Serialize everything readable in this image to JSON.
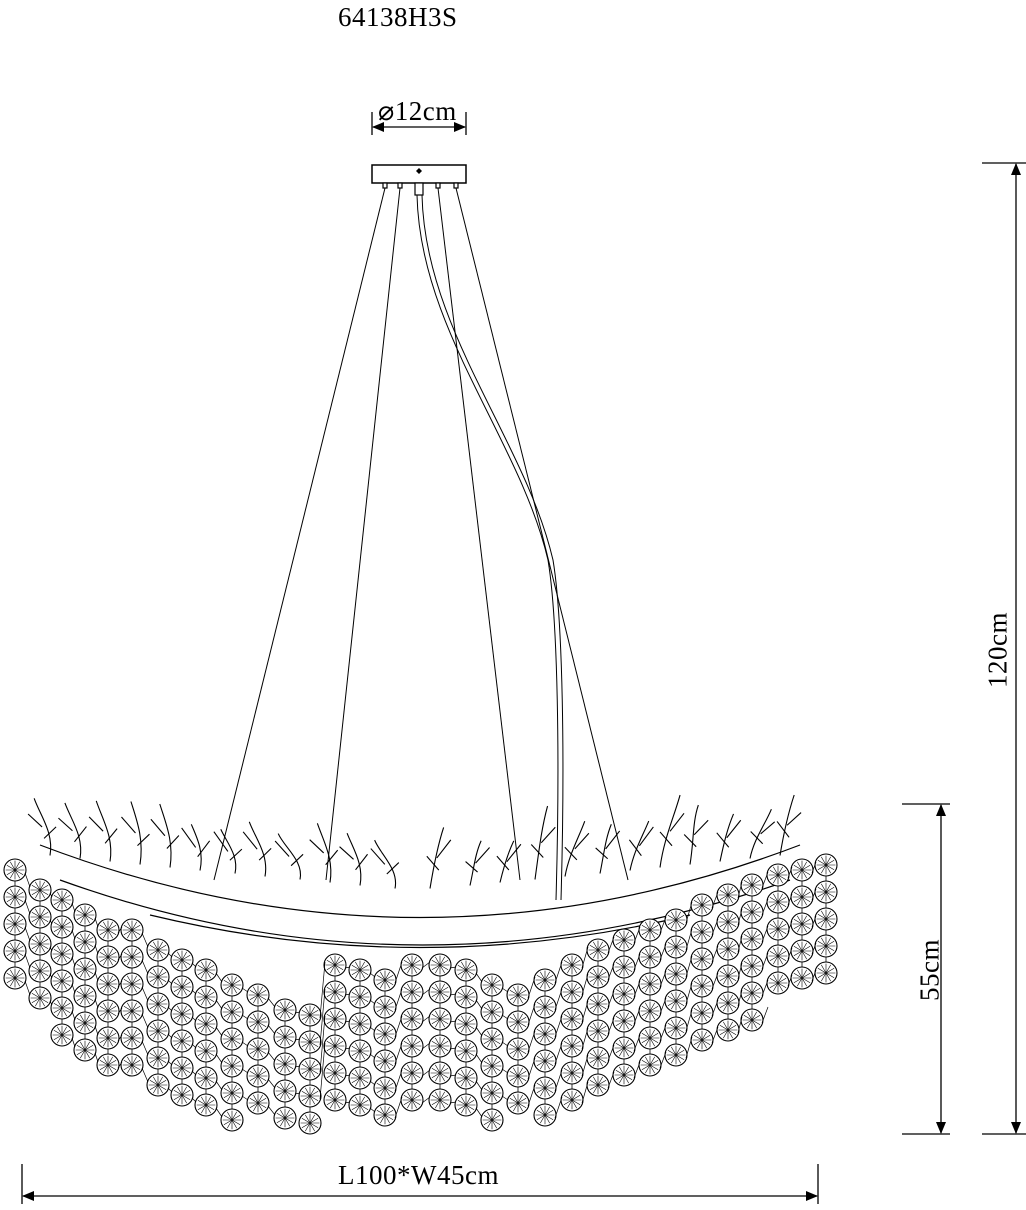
{
  "title": "64138H3S",
  "dimensions": {
    "canopy_diameter": "⌀12cm",
    "total_height": "120cm",
    "body_height": "55cm",
    "length_width": "L100*W45cm"
  },
  "colors": {
    "line": "#000000",
    "background": "#ffffff"
  },
  "icons": {
    "crystal": "crystal-disc-icon",
    "branch": "branch-icon",
    "canopy": "ceiling-canopy-icon"
  }
}
